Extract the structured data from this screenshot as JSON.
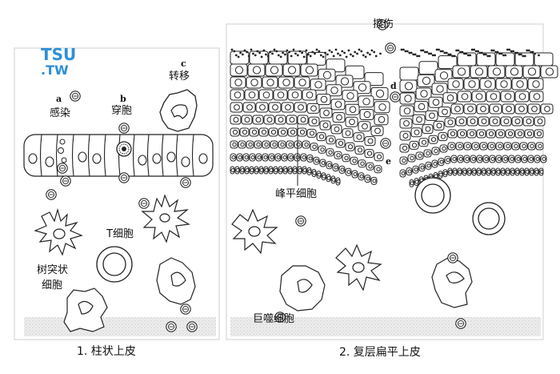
{
  "logo": {
    "top": "TSU",
    "bottom": ".TW",
    "color": "#2f8fd6"
  },
  "left_panel": {
    "caption": "1. 柱状上皮",
    "labels": {
      "a_letter": "a",
      "a_text": "感染",
      "b_letter": "b",
      "b_text": "穿胞",
      "c_letter": "c",
      "c_text": "转移",
      "t_cell": "T细胞",
      "dendritic_1": "树突状",
      "dendritic_2": "细胞"
    }
  },
  "right_panel": {
    "caption": "2. 复层扁平上皮",
    "labels": {
      "abrasion": "擦伤",
      "d_letter": "d",
      "e_letter": "e",
      "microfold": "峰平细胞",
      "macrophage": "巨噬细胞"
    }
  },
  "particle_glyph": "e"
}
